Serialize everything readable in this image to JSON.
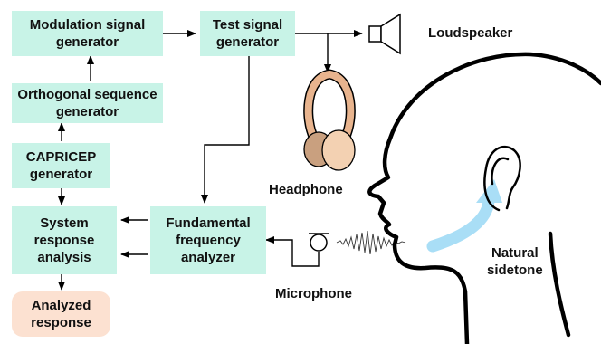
{
  "blocks": {
    "modulation_generator": "Modulation signal\ngenerator",
    "test_signal_generator": "Test signal\ngenerator",
    "orthogonal_sequence_generator": "Orthogonal sequence\ngenerator",
    "capricep_generator": "CAPRICEP\ngenerator",
    "system_response_analysis": "System\nresponse\nanalysis",
    "fundamental_frequency_analyzer": "Fundamental\nfrequency\nanalyzer",
    "analyzed_response": "Analyzed\nresponse"
  },
  "labels": {
    "loudspeaker": "Loudspeaker",
    "headphone": "Headphone",
    "microphone": "Microphone",
    "natural_sidetone": "Natural\nsidetone"
  },
  "colors": {
    "block_fill": "#c8f3e7",
    "result_fill": "#fce1d1",
    "headphone_band": "#e8b48e",
    "headphone_cup": "#f3d1b2",
    "sidetone_arrow": "#a9def6",
    "line": "#000000"
  },
  "icons": [
    "loudspeaker-icon",
    "headphone-icon",
    "microphone-icon",
    "head-silhouette-icon",
    "speech-waveform-icon",
    "sidetone-arrow-icon"
  ]
}
